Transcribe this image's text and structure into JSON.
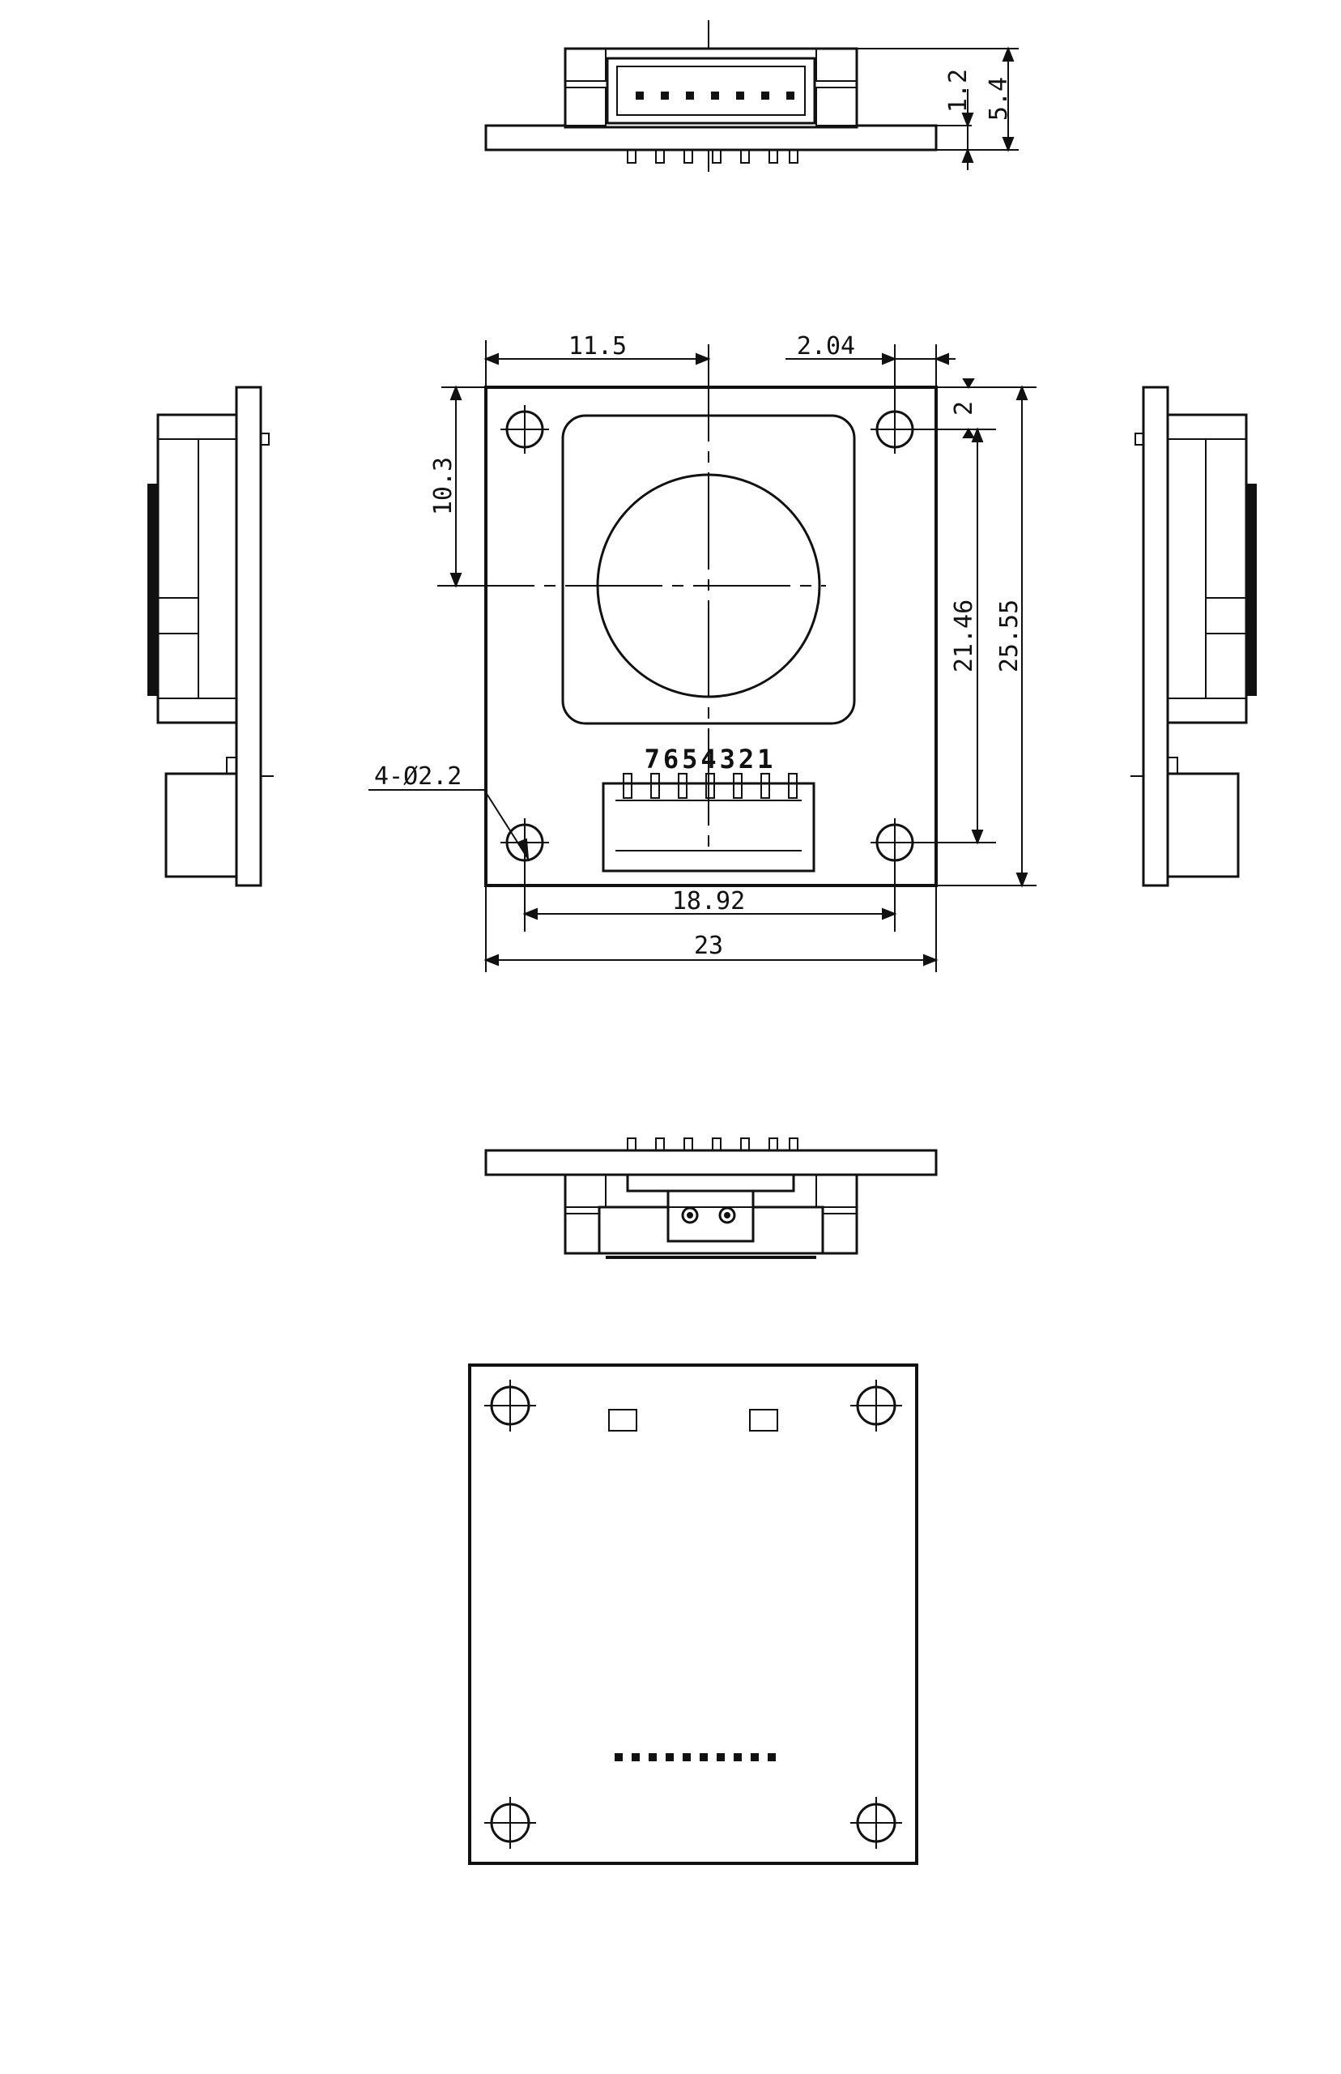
{
  "drawing": {
    "top_view_dims": {
      "d1": "1.2",
      "d2": "5.4"
    },
    "front_view_dims": {
      "width_overall": "23",
      "hole_spacing_x": "18.92",
      "center_x": "11.5",
      "edge_offset_x": "2.04",
      "edge_offset_y": "2",
      "center_y": "10.3",
      "hole_spacing_y": "21.46",
      "height_overall": "25.55",
      "hole_callout": "4-Ø2.2",
      "pin_numbers": "7654321"
    }
  }
}
